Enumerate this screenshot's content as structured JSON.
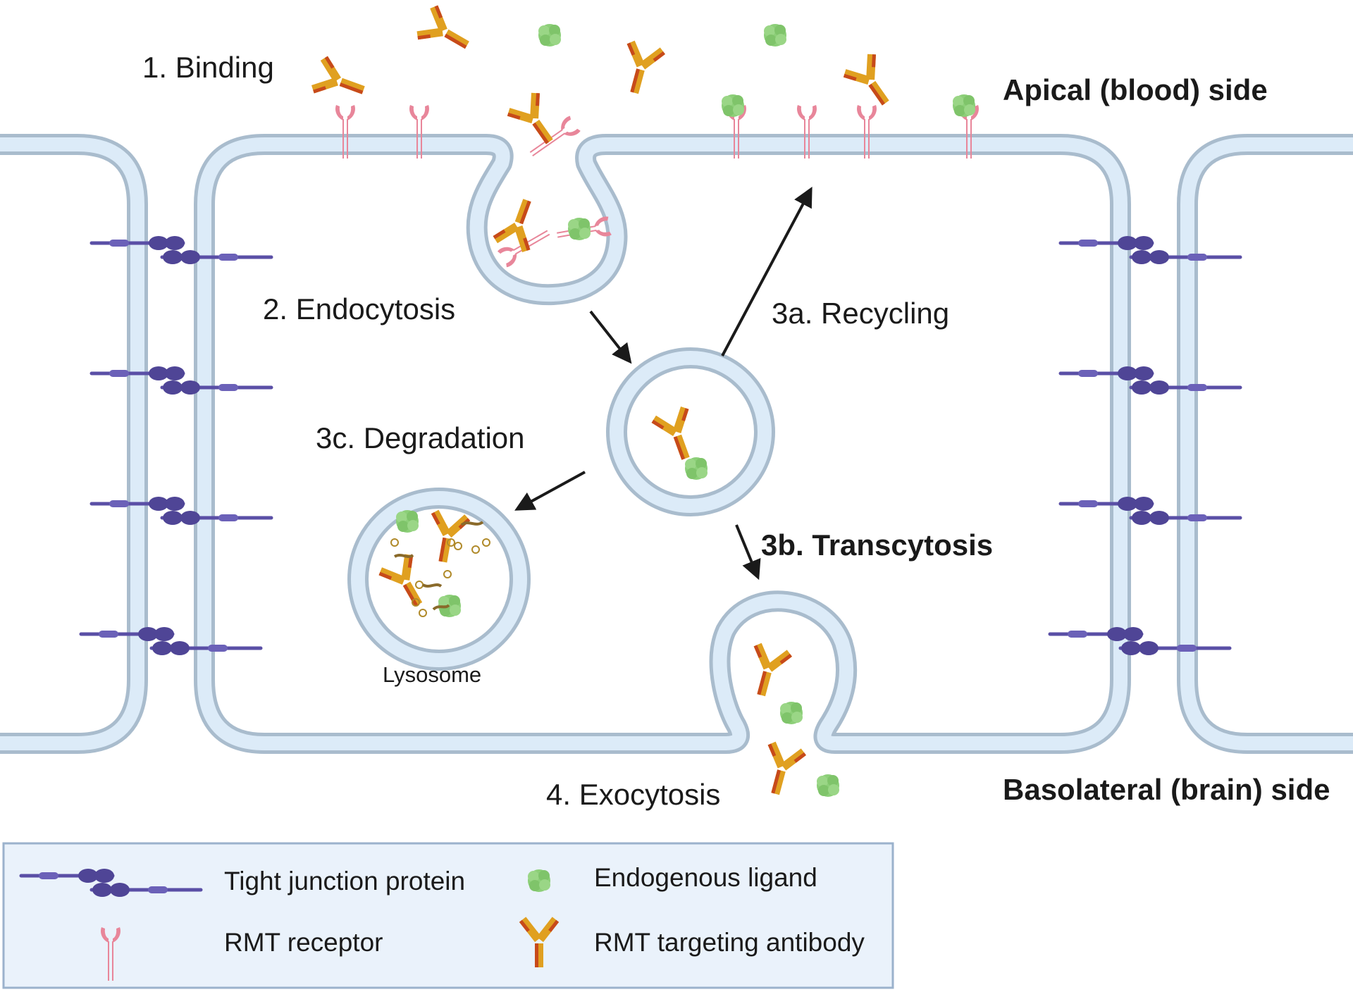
{
  "steps": {
    "binding": "1.  Binding",
    "endocytosis": "2. Endocytosis",
    "recycling": "3a. Recycling",
    "transcytosis": "3b. Transcytosis",
    "degradation": "3c. Degradation",
    "exocytosis": "4. Exocytosis"
  },
  "sides": {
    "apical": "Apical (blood) side",
    "basolateral": "Basolateral (brain) side"
  },
  "organelles": {
    "lysosome": "Lysosome"
  },
  "legend": {
    "tight_junction": "Tight junction protein",
    "rmt_receptor": "RMT receptor",
    "endogenous_ligand": "Endogenous ligand",
    "rmt_antibody": "RMT targeting antibody"
  },
  "colors": {
    "membrane_fill": "#dcebf8",
    "membrane_stroke": "#a9bccd",
    "tight_junction": "#5a4fa6",
    "receptor": "#e8869a",
    "ligand": "#8ccf78",
    "antibody_orange": "#e0a020",
    "antibody_red": "#c74a1a",
    "legend_bg": "#eaf2fb",
    "legend_border": "#9bb2cc"
  }
}
